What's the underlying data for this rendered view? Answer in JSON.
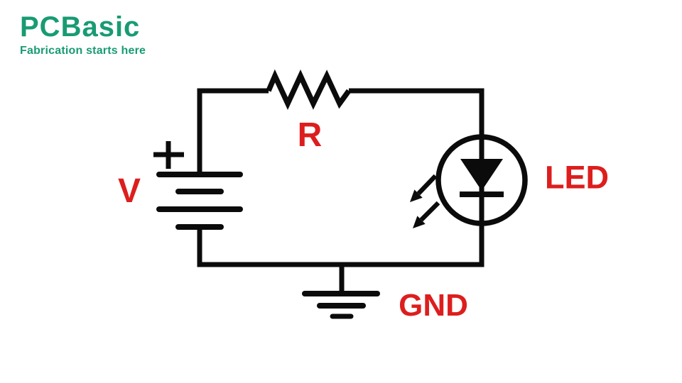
{
  "logo": {
    "brand": "PCBasic",
    "tagline": "Fabrication starts here",
    "brand_color": "#189B73"
  },
  "circuit": {
    "labels": {
      "voltage_source": "V",
      "resistor": "R",
      "led": "LED",
      "ground": "GND"
    },
    "label_color": "#DD1E1E",
    "wire_color": "#0B0B0B",
    "components": [
      "battery",
      "resistor",
      "led",
      "ground"
    ]
  }
}
